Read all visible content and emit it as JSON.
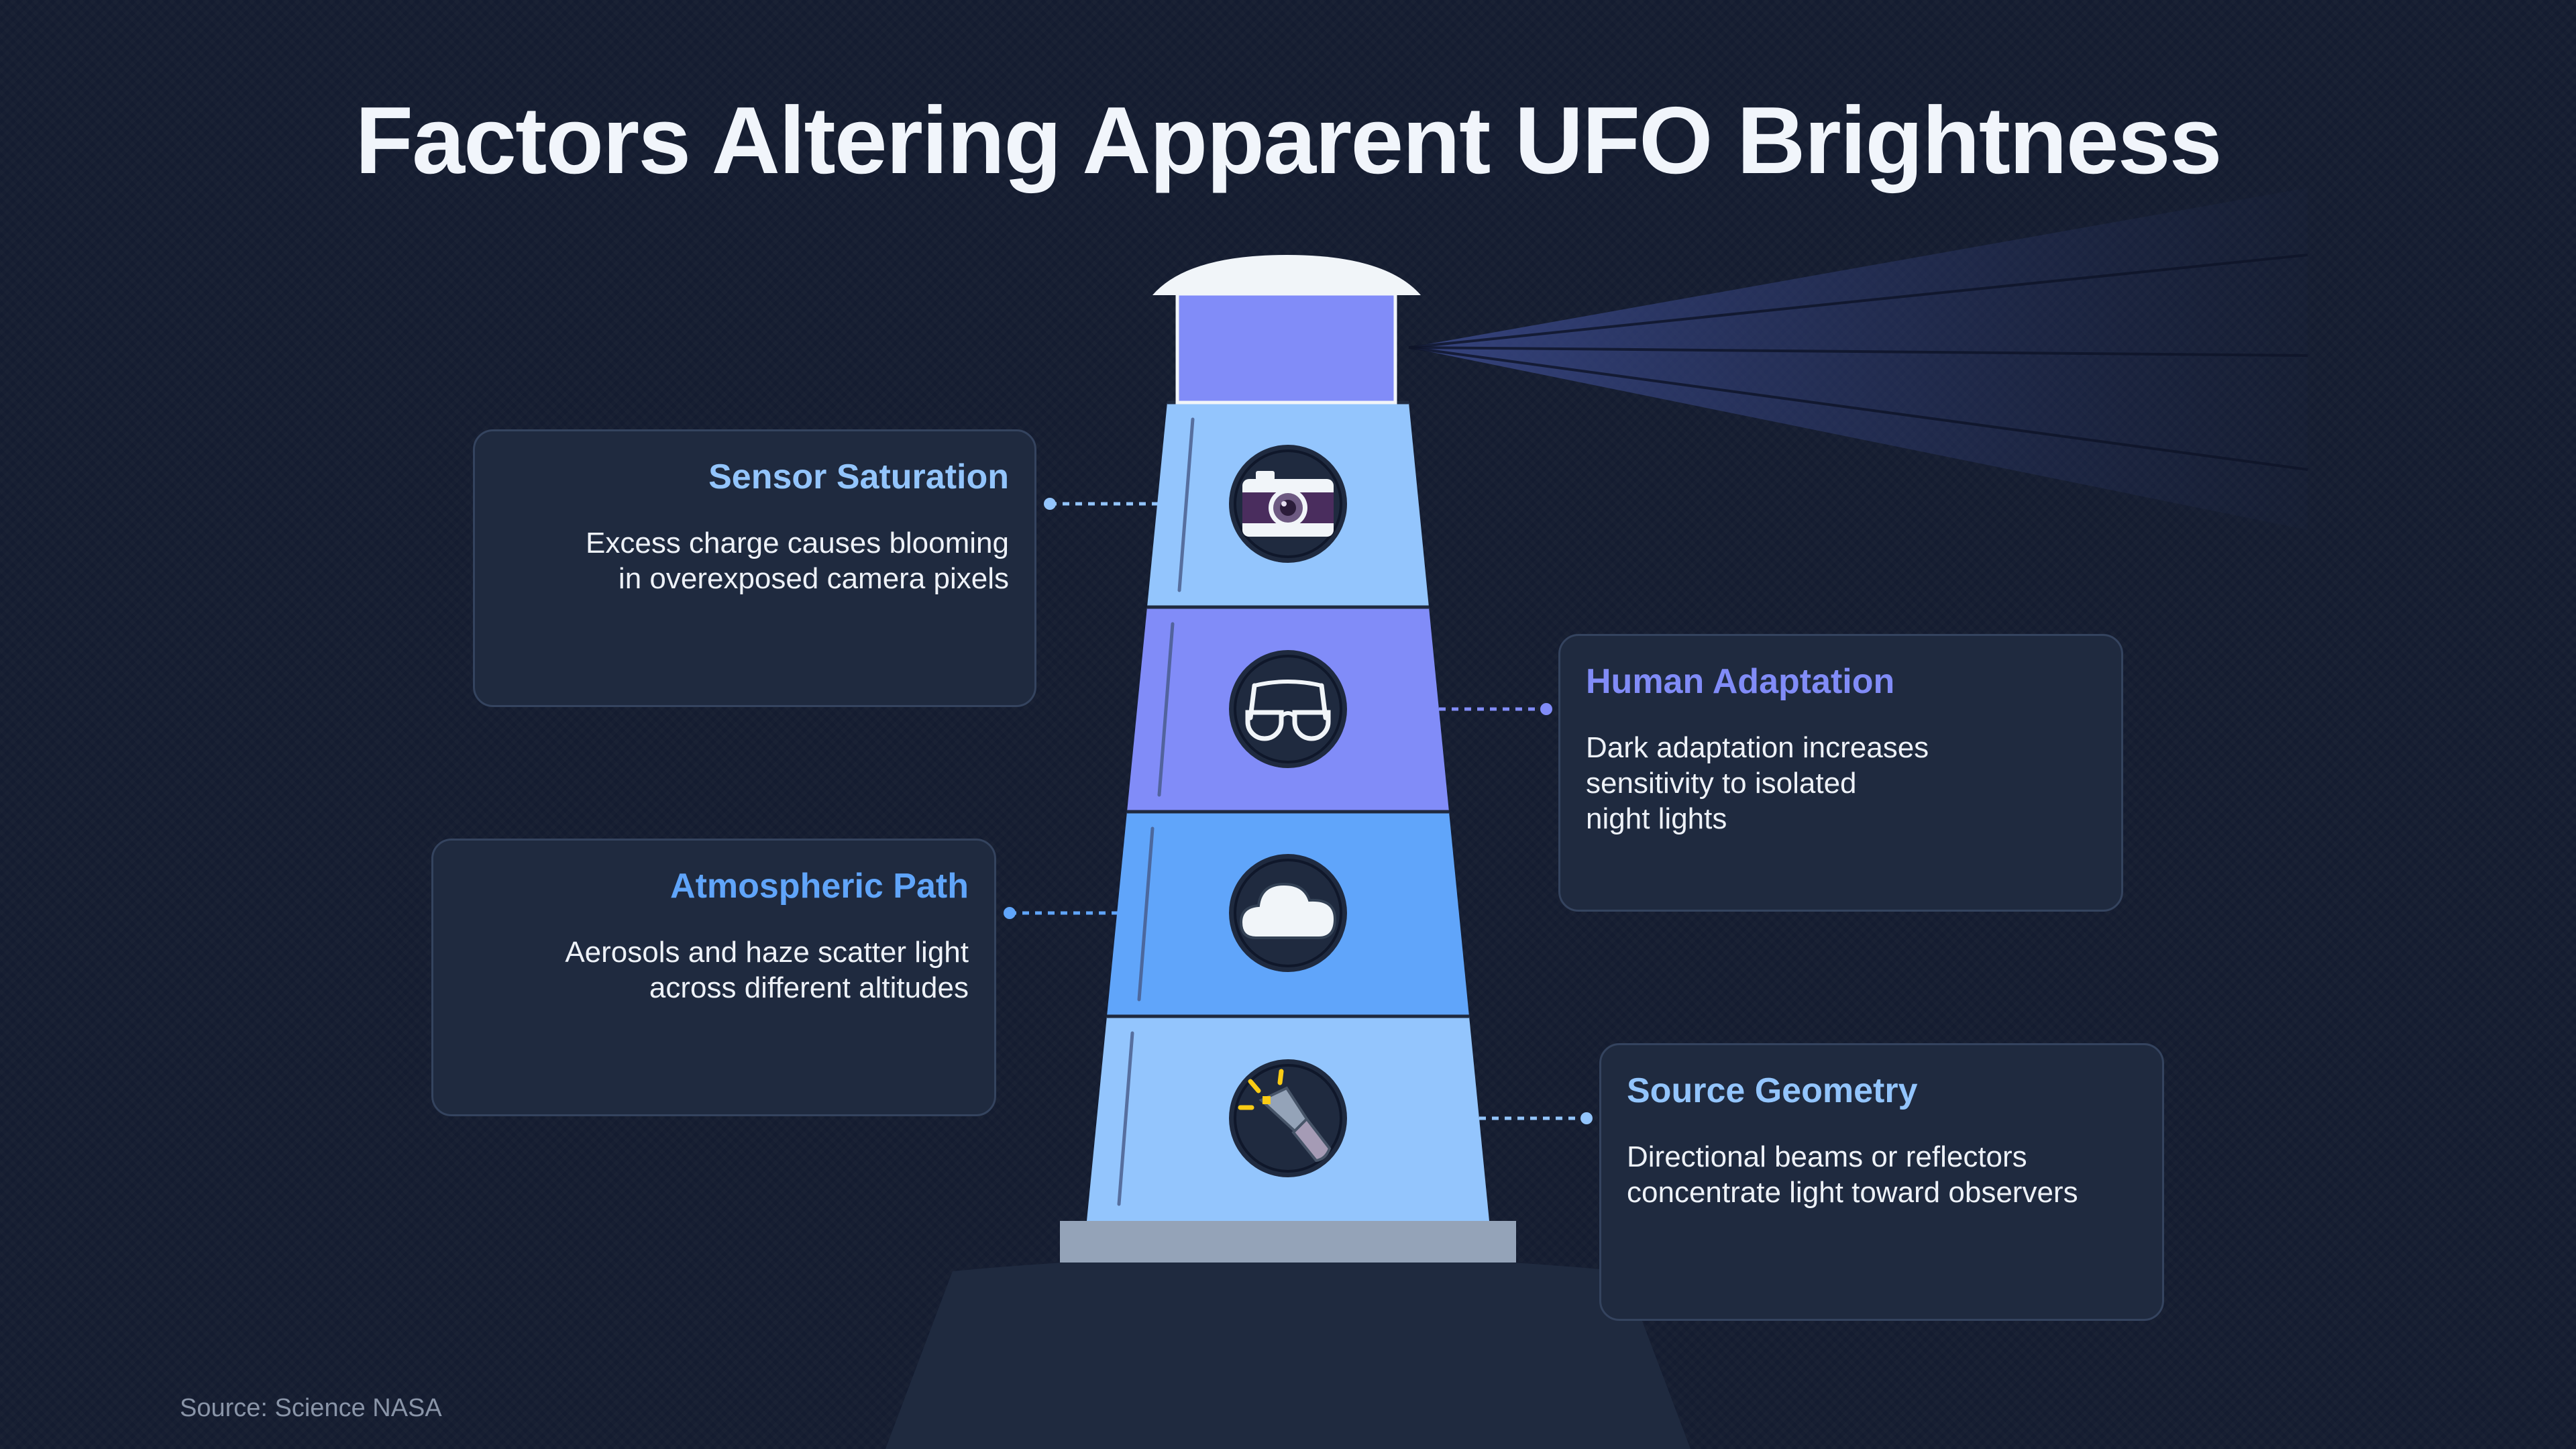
{
  "title": "Factors Altering Apparent UFO Brightness",
  "source": "Source: Science NASA",
  "colors": {
    "background": "#141c30",
    "card_bg": "#1f2a3f",
    "card_border": "#34435e",
    "title_text": "#f1f5fb",
    "tower_segment_1": "#93c5fd",
    "tower_segment_2": "#818cf8",
    "tower_segment_3": "#60a5fa",
    "tower_segment_4": "#93c5fd",
    "lantern": "#818cf8",
    "roof": "#f1f5f9",
    "base_plate": "#94a3b8",
    "hill": "#1f2a3f"
  },
  "factors": [
    {
      "icon": "camera-icon",
      "title": "Sensor Saturation",
      "text": "Excess charge causes blooming\nin overexposed camera pixels",
      "accent": "#93c5fd",
      "side": "left"
    },
    {
      "icon": "glasses-icon",
      "title": "Human Adaptation",
      "text": "Dark adaptation increases\nsensitivity to isolated\nnight lights",
      "accent": "#818cf8",
      "side": "right"
    },
    {
      "icon": "cloud-icon",
      "title": "Atmospheric Path",
      "text": "Aerosols and haze scatter light\nacross different altitudes",
      "accent": "#60a5fa",
      "side": "left"
    },
    {
      "icon": "flashlight-icon",
      "title": "Source Geometry",
      "text": "Directional beams or reflectors\nconcentrate light toward observers",
      "accent": "#93c5fd",
      "side": "right"
    }
  ]
}
